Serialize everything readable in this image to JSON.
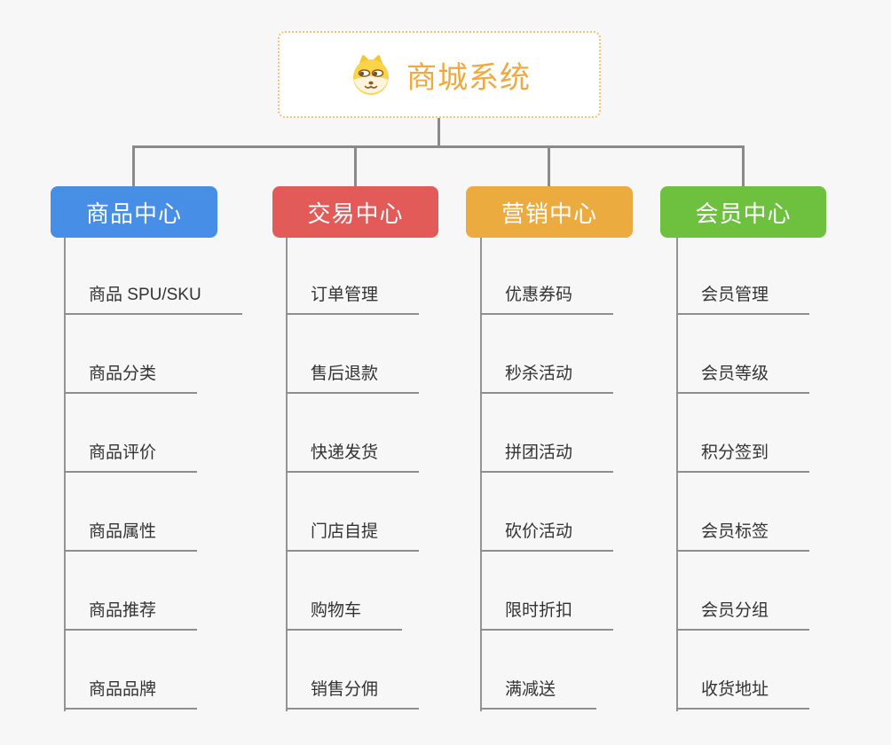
{
  "root": {
    "title": "商城系统",
    "title_color": "#f0a93e",
    "border_color": "#f3c071",
    "icon": "dog-face-icon"
  },
  "connector_color": "#8a8a8a",
  "branches": [
    {
      "label": "商品中心",
      "color": "#478ee7",
      "items": [
        "商品 SPU/SKU",
        "商品分类",
        "商品评价",
        "商品属性",
        "商品推荐",
        "商品品牌"
      ]
    },
    {
      "label": "交易中心",
      "color": "#e25b58",
      "items": [
        "订单管理",
        "售后退款",
        "快递发货",
        "门店自提",
        "购物车",
        "销售分佣"
      ]
    },
    {
      "label": "营销中心",
      "color": "#ecab3e",
      "items": [
        "优惠券码",
        "秒杀活动",
        "拼团活动",
        "砍价活动",
        "限时折扣",
        "满减送"
      ]
    },
    {
      "label": "会员中心",
      "color": "#6ec13f",
      "items": [
        "会员管理",
        "会员等级",
        "积分签到",
        "会员标签",
        "会员分组",
        "收货地址"
      ]
    }
  ]
}
